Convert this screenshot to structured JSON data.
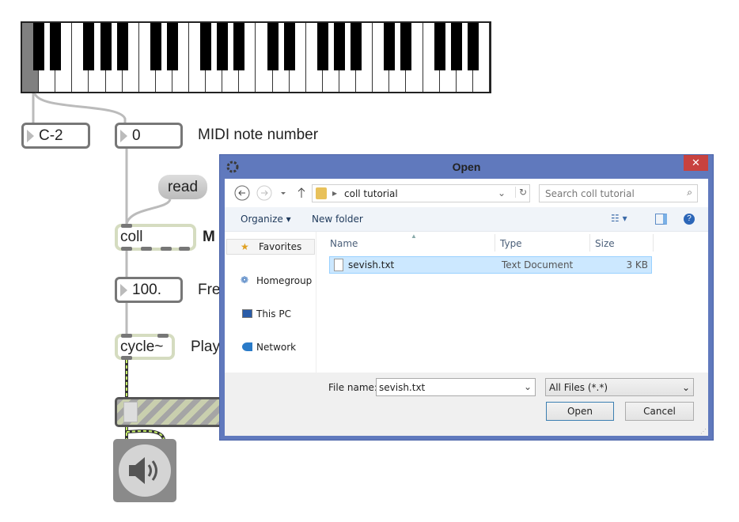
{
  "keyboard": {
    "white_keys": 28,
    "pressed_white_key_index": 0
  },
  "patch": {
    "note_name_box": "C-2",
    "note_number_box": "0",
    "note_label": "MIDI note number",
    "read_message": "read",
    "coll_object": "coll",
    "coll_label": "M",
    "freq_box": "100.",
    "freq_label": "Fre",
    "cycle_object": "cycle~",
    "cycle_label": "Play"
  },
  "dialog": {
    "title": "Open",
    "close": "✕",
    "address": "coll tutorial",
    "search_placeholder": "Search coll tutorial",
    "organize": "Organize",
    "new_folder": "New folder",
    "nav": [
      "Favorites",
      "Homegroup",
      "This PC",
      "Network"
    ],
    "columns": [
      "Name",
      "Type",
      "Size"
    ],
    "files": [
      {
        "name": "sevish.txt",
        "type": "Text Document",
        "size": "3 KB"
      }
    ],
    "file_name_label": "File name:",
    "file_name_value": "sevish.txt",
    "filter": "All Files (*.*)",
    "open_button": "Open",
    "cancel_button": "Cancel"
  }
}
